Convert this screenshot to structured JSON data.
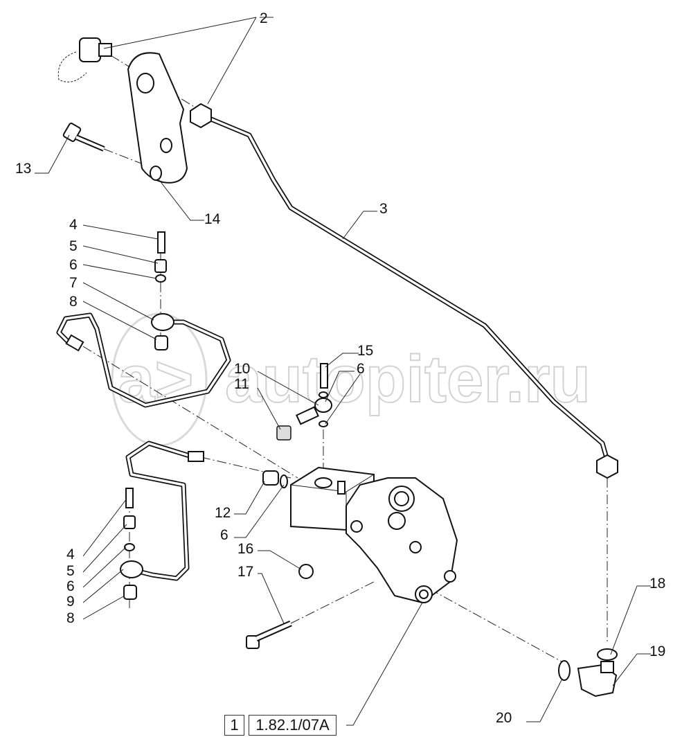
{
  "diagram": {
    "watermark": "autopiter.ru",
    "callouts": [
      "2",
      "13",
      "14",
      "3",
      "4",
      "5",
      "6",
      "7",
      "8",
      "15",
      "10",
      "6",
      "11",
      "12",
      "6",
      "16",
      "17",
      "4",
      "5",
      "6",
      "9",
      "8",
      "18",
      "19",
      "20"
    ],
    "reference": {
      "index": "1",
      "code": "1.82.1/07A"
    }
  }
}
